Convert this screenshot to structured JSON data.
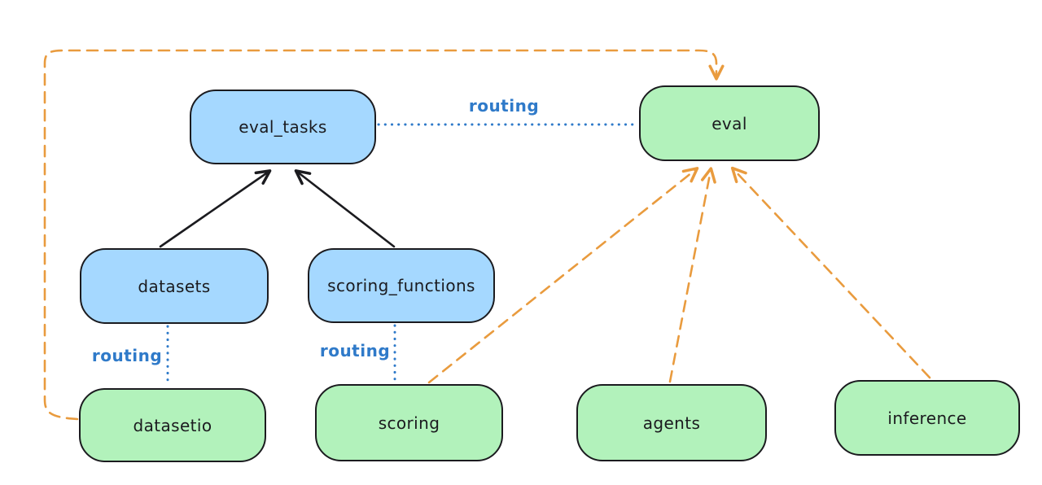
{
  "nodes": {
    "eval_tasks": "eval_tasks",
    "eval": "eval",
    "datasets": "datasets",
    "scoring_functions": "scoring_functions",
    "datasetio": "datasetio",
    "scoring": "scoring",
    "agents": "agents",
    "inference": "inference"
  },
  "edge_labels": {
    "eval_tasks_to_eval": "routing",
    "datasets_to_datasetio": "routing",
    "scoring_functions_to_scoring": "routing"
  },
  "colors": {
    "node-blue-fill": "#a5d8ff",
    "node-green-fill": "#b2f2bb",
    "node-border": "#1b1b1f",
    "edge-black": "#1b1b1f",
    "edge-blue": "#2f7ac9",
    "edge-orange": "#e99b3e",
    "background": "#ffffff",
    "text": "#1b1b1f"
  }
}
